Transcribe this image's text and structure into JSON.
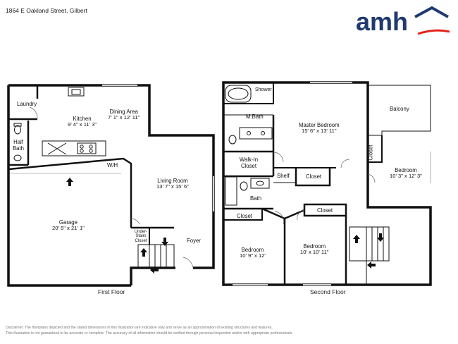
{
  "header": {
    "address": "1864 E Oakland Street, Gilbert"
  },
  "logo": {
    "text": "amh",
    "colors": {
      "navy": "#1f3a6e",
      "red": "#e2231a"
    }
  },
  "floors": [
    {
      "label": "First Floor",
      "rooms": [
        {
          "name": "Laundry",
          "dims": ""
        },
        {
          "name": "Kitchen",
          "dims": "9' 4\" x 11' 3\""
        },
        {
          "name": "Dining Area",
          "dims": "7' 1\" x 12' 11\""
        },
        {
          "name": "Half Bath",
          "dims": ""
        },
        {
          "name": "W/H",
          "dims": ""
        },
        {
          "name": "Living Room",
          "dims": "13' 7\" x 15' 6\""
        },
        {
          "name": "Garage",
          "dims": "20' 5\" x 21' 1\""
        },
        {
          "name": "Under-Stairs Closet",
          "dims": ""
        },
        {
          "name": "Foyer",
          "dims": ""
        }
      ]
    },
    {
      "label": "Second Floor",
      "rooms": [
        {
          "name": "Shower",
          "dims": ""
        },
        {
          "name": "M.Bath",
          "dims": ""
        },
        {
          "name": "Master Bedroom",
          "dims": "15' 6\" x 13' 11\""
        },
        {
          "name": "Balcony",
          "dims": ""
        },
        {
          "name": "Walk-In Closet",
          "dims": ""
        },
        {
          "name": "Closet",
          "dims": ""
        },
        {
          "name": "Bedroom",
          "dims": "10' 3\" x 12' 3\""
        },
        {
          "name": "Shelf",
          "dims": ""
        },
        {
          "name": "Closet",
          "dims": ""
        },
        {
          "name": "Bath",
          "dims": ""
        },
        {
          "name": "Closet",
          "dims": ""
        },
        {
          "name": "Closet",
          "dims": ""
        },
        {
          "name": "Bedroom",
          "dims": "10' 9\" x 12'"
        },
        {
          "name": "Bedroom",
          "dims": "10' x 10' 11\""
        }
      ]
    }
  ],
  "disclaimer": {
    "line1": "Disclaimer: The floorplans depicted and the stated dimensions in this illustration are indicative only and serve as an approximation of existing structures and features.",
    "line2": "This illustration is not guaranteed to be accurate or complete. The accuracy of all information should be verified through personal inspection and/or with appropriate professionals."
  }
}
